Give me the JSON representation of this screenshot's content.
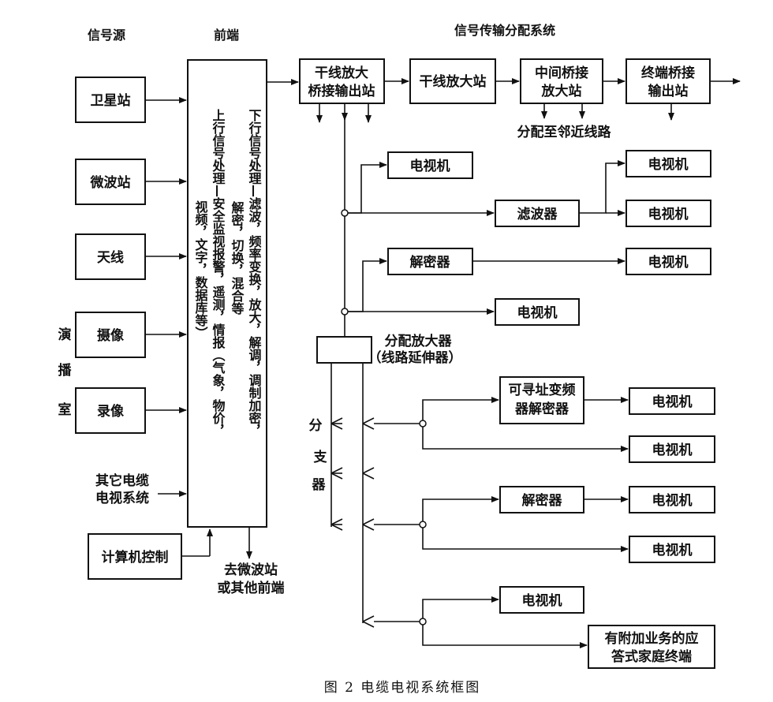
{
  "headers": {
    "signal_source": "信号源",
    "front_end": "前端",
    "distribution_system": "信号传输分配系统"
  },
  "sources": {
    "satellite": "卫星站",
    "microwave": "微波站",
    "antenna": "天线",
    "camera": "摄像",
    "recorder": "录像",
    "studio_chars": [
      "演",
      "播",
      "室"
    ],
    "other_cable_lines": [
      "其它电缆",
      "电视系统"
    ],
    "computer_control": "计算机控制"
  },
  "front_end": {
    "downstream_lines": [
      "下行信号处理—滤波，频率变换，放大，解调，调制加密，",
      "解密，切换，混合等"
    ],
    "upstream_lines": [
      "上行信号处理—安全监视报警，遥测，情报（气象，物价，",
      "视频，文字，数据库等）"
    ],
    "output_lines": [
      "去微波站",
      "或其他前端"
    ]
  },
  "trunk": {
    "trunk_bridge_lines": [
      "干线放大",
      "桥接输出站"
    ],
    "trunk_amp": "干线放大站",
    "mid_bridge_lines": [
      "中间桥接",
      "放大站"
    ],
    "end_bridge_lines": [
      "终端桥接",
      "输出站"
    ],
    "to_neighbor": "分配至邻近线路"
  },
  "distribution": {
    "tv": "电视机",
    "filter": "滤波器",
    "decoder": "解密器",
    "dist_amp_lines": [
      "分配放大器",
      "（线路延伸器）"
    ],
    "tap_chars": [
      "分",
      "支",
      "器"
    ],
    "addressable_lines": [
      "可寻址变频",
      "器解密器"
    ],
    "terminal_lines": [
      "有附加业务的应",
      "答式家庭终端"
    ]
  },
  "caption": "图 2    电缆电视系统框图"
}
